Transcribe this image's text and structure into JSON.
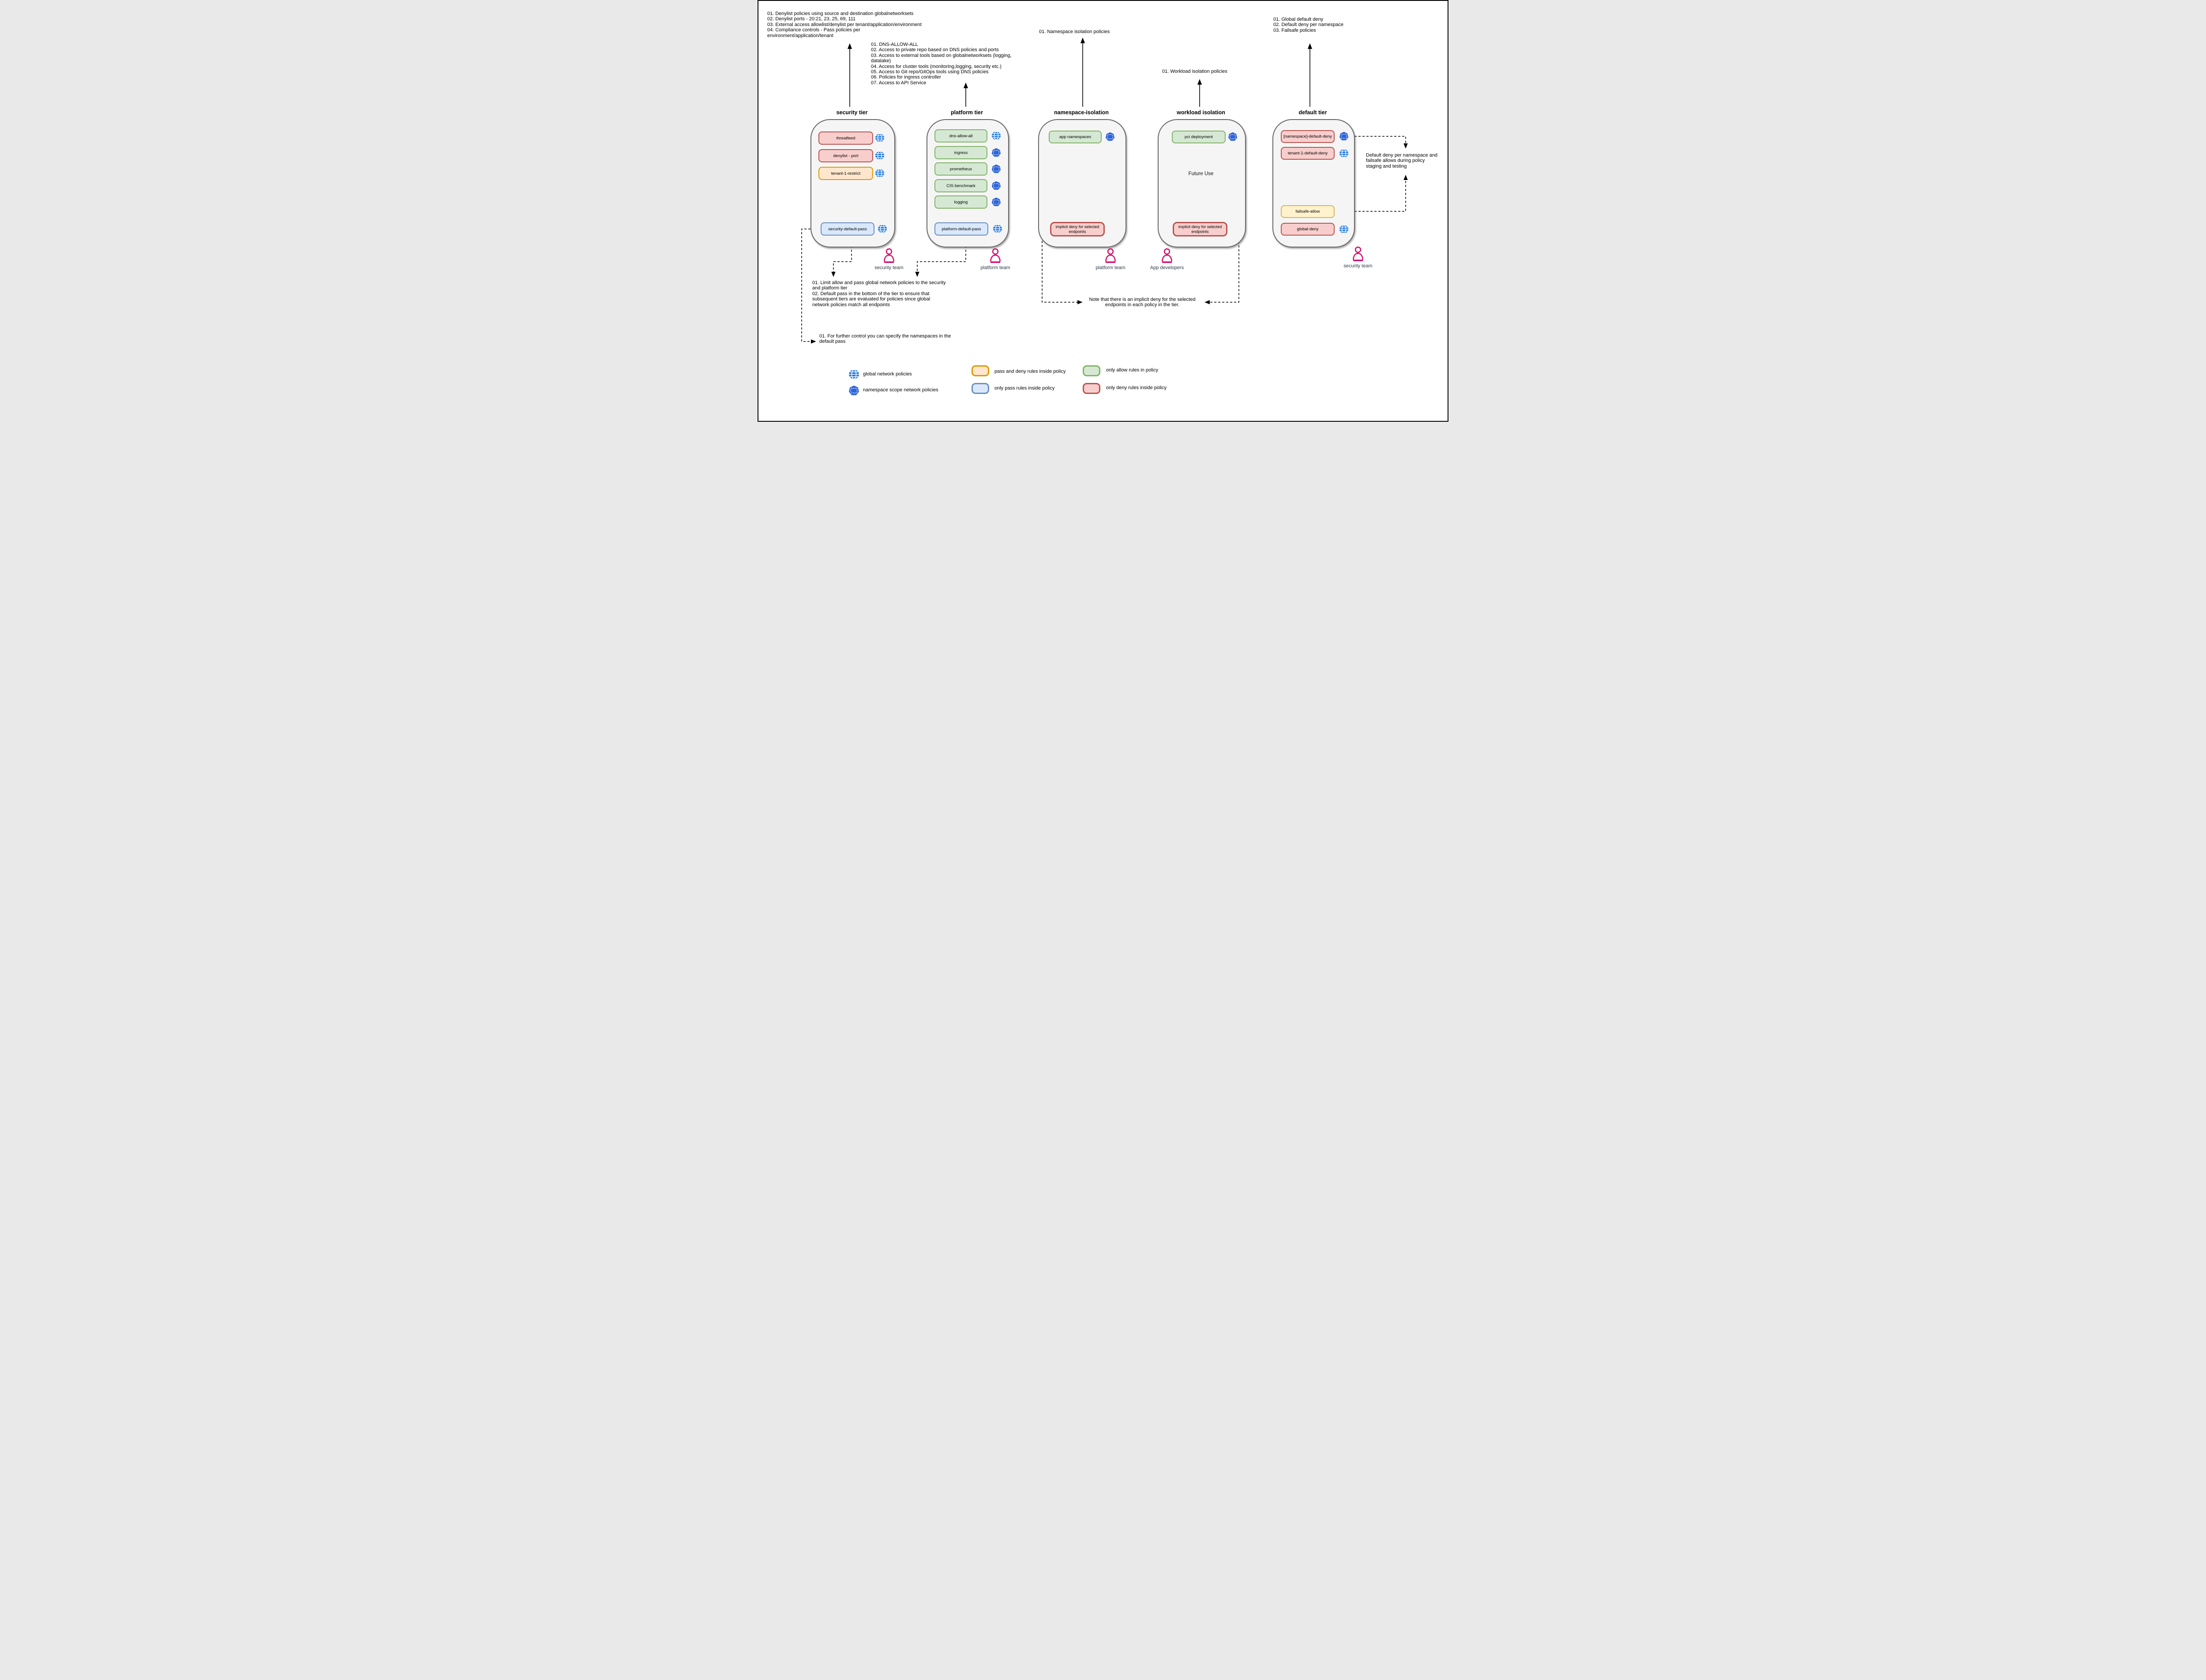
{
  "diagram": {
    "notes": {
      "security_tier": "01. Denylist policies using source and destination globalnetworksets\n02. Denylist ports - 20:21, 23, 25, 69, 111\n03. External access allowlist/denylist per tenant/application/environment\n04. Compliance controls - Pass policies per\nenvironment/application/tenant",
      "platform_tier": "01. DNS-ALLOW-ALL\n02. Access to private repo based on DNS policies and ports\n03. Access to external tools based on globalnetworksets (logging, datalake)\n04. Access for cluster tools (monitoring,logging, security etc.)\n05. Access to Git repo/GitOps tools using DNS policies\n06. Policies for ingress controller\n07. Access to API Service",
      "namespace_isolation": "01. Namespace isolation policies",
      "workload_isolation": "01. Workload isolation policies",
      "default_tier": "01. Global default deny\n02. Default deny per namespace\n03. Failsafe policies",
      "tier_guidance": "01. Limit allow and pass global network policies to the security\nand platform tier\n02. Default pass in the bottom of the tier to ensure that\nsubsequent tiers are evaluated for policies since global\nnetwork policies match all endpoints",
      "default_pass_note": "01. For further control you can specify the namespaces in the\ndefault pass",
      "implicit_deny_note": "Note that there is an implicit deny for the selected\nendpoints in each policy in the tier.",
      "staging_note": "Default deny per namespace and\nfailsafe allows during policy\nstaging and testing"
    },
    "tiers": [
      {
        "title": "security tier",
        "policies": [
          {
            "label": "threatfeed",
            "scope": "global",
            "rule": "deny"
          },
          {
            "label": "denylist - port",
            "scope": "global",
            "rule": "deny"
          },
          {
            "label": "tenant-1-restrict",
            "scope": "global",
            "rule": "pass-and-deny"
          },
          {
            "label": "security-default-pass",
            "scope": "global",
            "rule": "pass"
          }
        ]
      },
      {
        "title": "platform tier",
        "policies": [
          {
            "label": "dns-allow-all",
            "scope": "global",
            "rule": "allow"
          },
          {
            "label": "ingress",
            "scope": "namespace",
            "rule": "allow"
          },
          {
            "label": "prometheus",
            "scope": "namespace",
            "rule": "allow"
          },
          {
            "label": "CIS benchmark",
            "scope": "namespace",
            "rule": "allow"
          },
          {
            "label": "logging",
            "scope": "namespace",
            "rule": "allow"
          },
          {
            "label": "platform-default-pass",
            "scope": "global",
            "rule": "pass"
          }
        ]
      },
      {
        "title": "namespace-isolation",
        "policies": [
          {
            "label": "app namespaces",
            "scope": "namespace",
            "rule": "allow"
          },
          {
            "label": "implicit deny for selected endpoints",
            "scope": "",
            "rule": "deny"
          }
        ]
      },
      {
        "title": "workload isolation",
        "center_label": "Future Use",
        "policies": [
          {
            "label": "pci deployment",
            "scope": "namespace",
            "rule": "allow"
          },
          {
            "label": "implicit deny for selected endpoints",
            "scope": "",
            "rule": "deny"
          }
        ]
      },
      {
        "title": "default tier",
        "policies": [
          {
            "label": "[namespace]-default-deny",
            "scope": "namespace",
            "rule": "deny"
          },
          {
            "label": "tenant-1-default-deny",
            "scope": "global",
            "rule": "deny"
          },
          {
            "label": "failsafe-allow",
            "scope": "",
            "rule": "pass-and-deny"
          },
          {
            "label": "global-deny",
            "scope": "global",
            "rule": "deny"
          }
        ]
      }
    ],
    "teams": [
      {
        "label": "security team"
      },
      {
        "label": "platform team"
      },
      {
        "label": "platform team"
      },
      {
        "label": "App developers"
      },
      {
        "label": "security team"
      }
    ],
    "legend": {
      "items": [
        {
          "icon": "globe-icon",
          "label": "global network policies"
        },
        {
          "icon": "namespace-scope-icon",
          "label": "namespace scope network policies"
        },
        {
          "swatch": "orange",
          "label": "pass and deny rules inside policy"
        },
        {
          "swatch": "blue",
          "label": "only pass rules inside policy"
        },
        {
          "swatch": "green",
          "label": "only allow rules in policy"
        },
        {
          "swatch": "red",
          "label": "only deny rules inside policy"
        }
      ]
    },
    "colors": {
      "deny_fill": "#f8cecc",
      "deny_border": "#b85450",
      "allow_fill": "#d5e8d4",
      "allow_border": "#82b366",
      "pass_fill": "#dae8fc",
      "pass_border": "#6c8ebf",
      "pass_deny_fill": "#ffe6cc",
      "pass_deny_border": "#d79b00",
      "failsafe_fill": "#fff2cc",
      "failsafe_border": "#d6b656",
      "global_policy_icon": "#1f78e0",
      "namespace_policy_icon": "#2d64d8",
      "team_icon": "#d60f6e",
      "tier_fill": "#f5f5f5",
      "tier_border": "#666666"
    }
  }
}
